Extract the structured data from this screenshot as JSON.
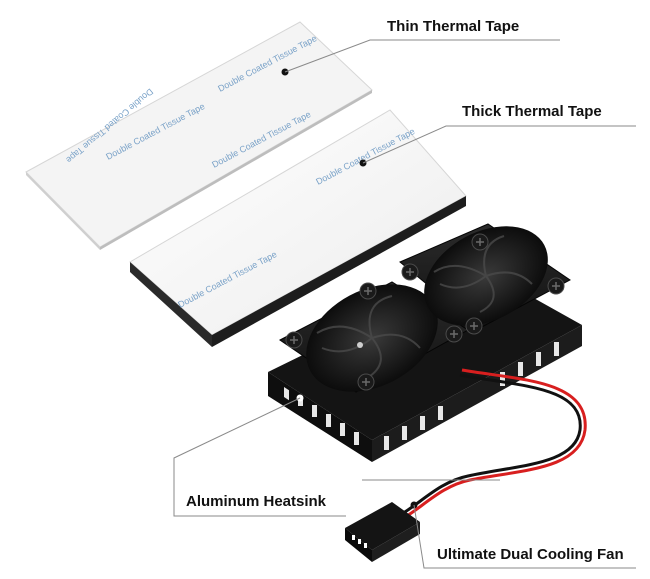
{
  "labels": {
    "thin_tape": "Thin Thermal Tape",
    "thick_tape": "Thick Thermal Tape",
    "heatsink": "Aluminum Heatsink",
    "cooling_fan": "Ultimate Dual Cooling Fan"
  },
  "tape_print": "Double Coated Tissue Tape",
  "colors": {
    "label_text": "#111111",
    "leader_line": "#8a8a8a",
    "tape_surface": "#f7f7f7",
    "tape_print": "#7aa2c8",
    "heatsink_body": "#1a1a1a",
    "wire_red": "#d81f1f",
    "wire_black": "#111111"
  }
}
